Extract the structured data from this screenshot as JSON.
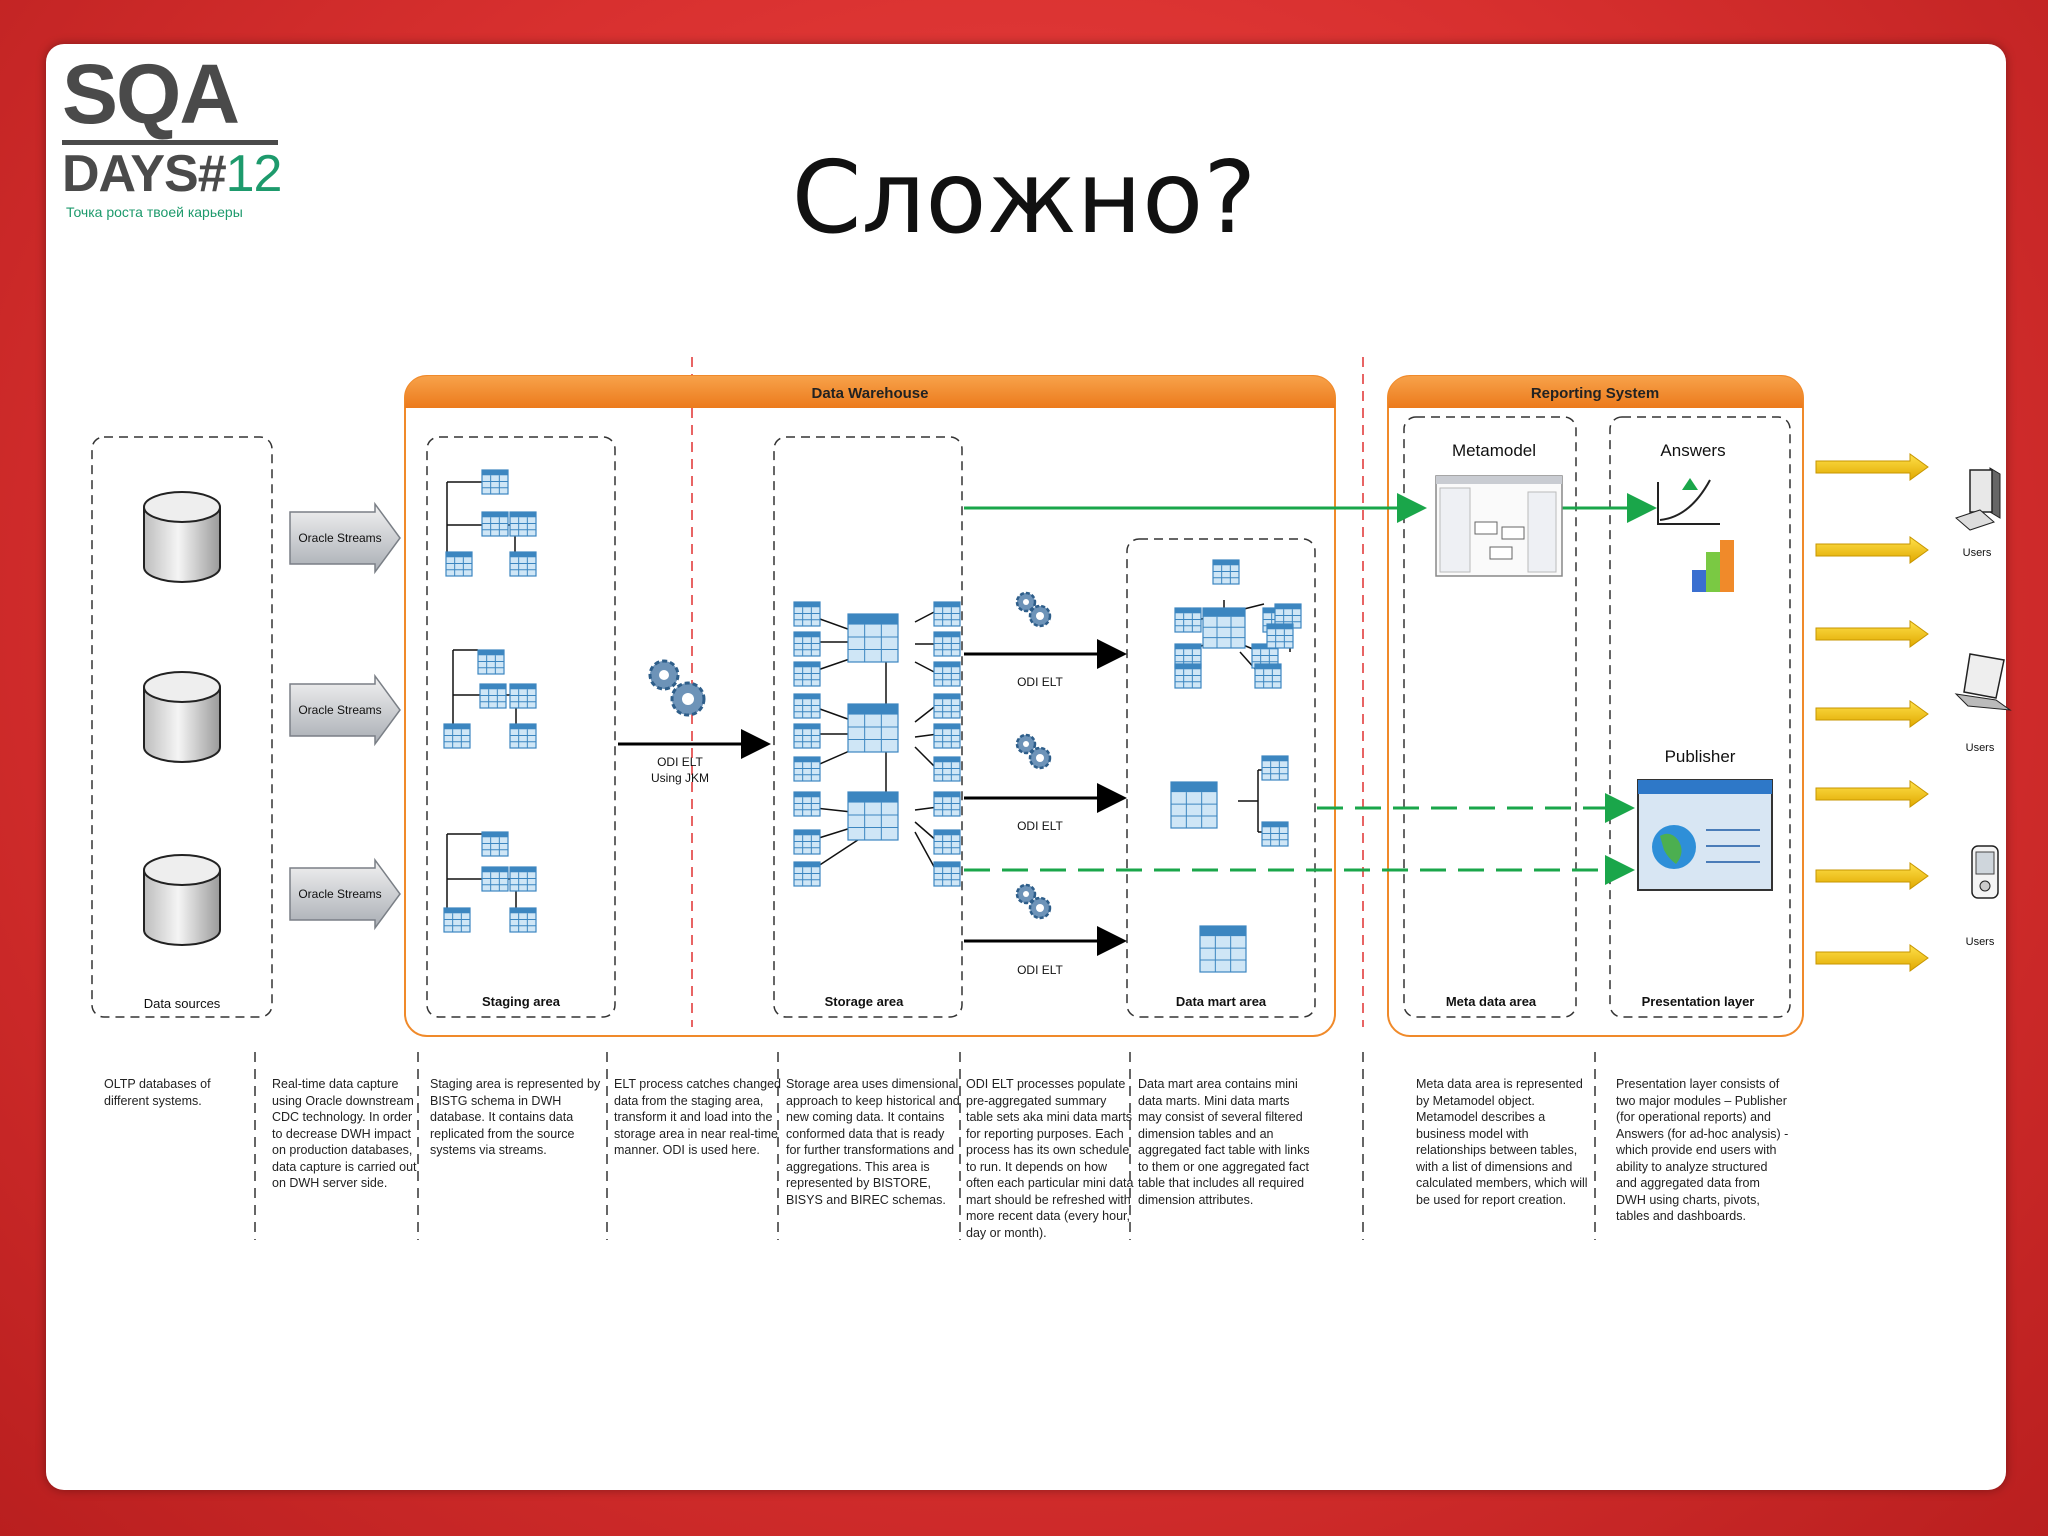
{
  "logo": {
    "line1": "SQA",
    "line2a": "DAYS#",
    "line2b": "12",
    "tagline": "Точка роста твоей карьеры"
  },
  "slide": {
    "title": "Сложно?"
  },
  "diagram": {
    "groups": {
      "warehouse": "Data Warehouse",
      "reporting": "Reporting System"
    },
    "areas": {
      "sources": "Data sources",
      "staging": "Staging area",
      "storage": "Storage area",
      "datamart": "Data mart area",
      "meta": "Meta data area",
      "presentation": "Presentation layer"
    },
    "streams": [
      "Oracle Streams",
      "Oracle Streams",
      "Oracle Streams"
    ],
    "elt_jkm": [
      "ODI ELT",
      "Using JKM"
    ],
    "odi_elt": [
      "ODI ELT",
      "ODI ELT",
      "ODI ELT"
    ],
    "modules": {
      "metamodel": "Metamodel",
      "answers": "Answers",
      "publisher": "Publisher"
    },
    "users": [
      "Users",
      "Users",
      "Users"
    ],
    "colors": {
      "orange": "#f08a2a",
      "green": "#1aa64a",
      "yellow": "#f5c400",
      "table": "#5aa7d8"
    }
  },
  "descriptions": [
    [
      "OLTP databases of",
      "different systems."
    ],
    [
      "Real-time data capture",
      "using Oracle downstream",
      "CDC technology. In order",
      "to decrease DWH impact",
      "on production databases,",
      "data capture is carried out",
      "on DWH server side."
    ],
    [
      "Staging area is represented by",
      "BISTG schema in DWH",
      "database. It contains data",
      "replicated from the source",
      "systems via streams."
    ],
    [
      "ELT process catches changed",
      "data from the staging area,",
      "transform it and load into the",
      "storage area in near real-time",
      "manner. ODI is used here."
    ],
    [
      "Storage area uses dimensional",
      "approach to keep historical and",
      "new coming data. It contains",
      "conformed data that is ready",
      "for further transformations and",
      "aggregations. This area is",
      "represented by BISTORE,",
      "BISYS and BIREC schemas."
    ],
    [
      "ODI ELT processes populate",
      "pre-aggregated summary",
      "table sets aka mini data marts",
      "for reporting purposes. Each",
      "process has its own schedule",
      "to run. It depends on how",
      "often each particular mini data",
      "mart should be refreshed with",
      "more recent data (every hour,",
      "day or month)."
    ],
    [
      "Data mart area contains mini",
      "data marts. Mini data marts",
      "may consist of several filtered",
      "dimension tables and an",
      "aggregated fact table with links",
      "to them or one aggregated fact",
      "table that includes all required",
      "dimension attributes."
    ],
    [
      "Meta data area is represented",
      "by Metamodel object.",
      "Metamodel describes a",
      "business model with",
      "relationships between tables,",
      "with a list of dimensions and",
      "calculated members, which will",
      "be used for report creation."
    ],
    [
      "Presentation layer consists of",
      "two major modules – Publisher",
      "(for operational reports) and",
      "Answers (for ad-hoc analysis) -",
      "which provide end users with",
      "ability to analyze structured",
      "and aggregated data from",
      "DWH using charts, pivots,",
      "tables and dashboards."
    ]
  ]
}
